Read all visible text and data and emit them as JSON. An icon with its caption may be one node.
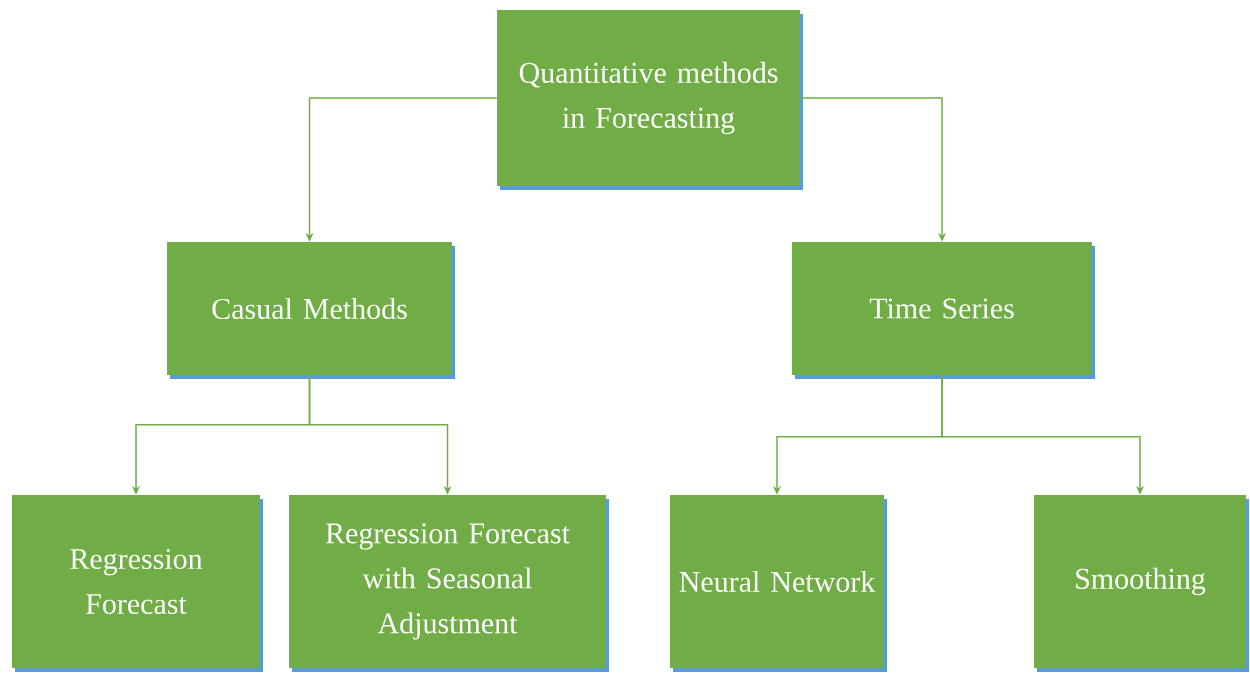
{
  "diagram": {
    "nodes": [
      {
        "text": [
          "Quantitative methods in Forecasting"
        ]
      },
      {
        "text": [
          "Casual Methods"
        ]
      },
      {
        "text": [
          "Time Series"
        ]
      },
      {
        "text": [
          "Regression Forecast"
        ]
      },
      {
        "text": [
          "Regression Forecast with Seasonal Adjustment"
        ]
      },
      {
        "text": [
          "Neural Network"
        ]
      },
      {
        "text": [
          "Smoothing"
        ]
      }
    ],
    "edges": [
      {
        "from": 0,
        "to": 1,
        "arrow": "to"
      },
      {
        "from": 0,
        "to": 2,
        "arrow": "to"
      },
      {
        "from": 1,
        "to": 3,
        "arrow": "to"
      },
      {
        "from": 1,
        "to": 4,
        "arrow": "to"
      },
      {
        "from": 2,
        "to": 5,
        "arrow": "to"
      },
      {
        "from": 2,
        "to": 6,
        "arrow": "to"
      }
    ]
  }
}
